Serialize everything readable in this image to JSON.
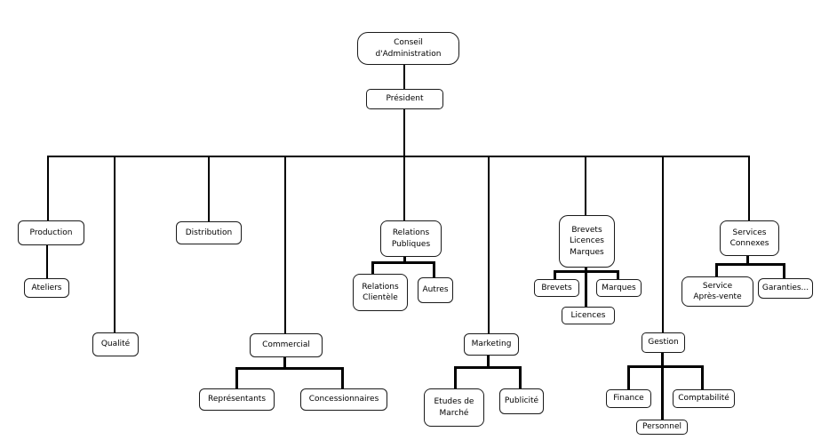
{
  "diagram": {
    "type": "org-chart",
    "language": "fr",
    "colors": {
      "background": "#ffffff",
      "box_fill": "#ffffff",
      "box_border": "#1a1a1a",
      "connector_line": "#000000",
      "text": "#000000"
    },
    "nodes": [
      {
        "id": "conseil",
        "label": "Conseil\nd'Administration"
      },
      {
        "id": "president",
        "label": "Président"
      },
      {
        "id": "production",
        "label": "Production"
      },
      {
        "id": "ateliers",
        "label": "Ateliers"
      },
      {
        "id": "qualite",
        "label": "Qualité"
      },
      {
        "id": "distribution",
        "label": "Distribution"
      },
      {
        "id": "commercial",
        "label": "Commercial"
      },
      {
        "id": "representants",
        "label": "Représentants"
      },
      {
        "id": "concessionnaires",
        "label": "Concessionnaires"
      },
      {
        "id": "relations-publiques",
        "label": "Relations\nPubliques"
      },
      {
        "id": "relations-clientele",
        "label": "Relations\nClientèle"
      },
      {
        "id": "autres",
        "label": "Autres"
      },
      {
        "id": "marketing",
        "label": "Marketing"
      },
      {
        "id": "etudes-de-marche",
        "label": "Etudes de\nMarché"
      },
      {
        "id": "publicite",
        "label": "Publicité"
      },
      {
        "id": "brevets-licences-marques",
        "label": "Brevets\nLicences\nMarques"
      },
      {
        "id": "brevets",
        "label": "Brevets"
      },
      {
        "id": "marques",
        "label": "Marques"
      },
      {
        "id": "licences",
        "label": "Licences"
      },
      {
        "id": "gestion",
        "label": "Gestion"
      },
      {
        "id": "finance",
        "label": "Finance"
      },
      {
        "id": "personnel",
        "label": "Personnel"
      },
      {
        "id": "comptabilite",
        "label": "Comptabilité"
      },
      {
        "id": "services-connexes",
        "label": "Services\nConnexes"
      },
      {
        "id": "service-apres-vente",
        "label": "Service\nAprès-vente"
      },
      {
        "id": "garanties",
        "label": "Garanties..."
      }
    ],
    "hierarchy": {
      "Conseil d'Administration": [
        "Président"
      ],
      "Président": [
        "Production",
        "Qualité",
        "Distribution",
        "Commercial",
        "Relations Publiques",
        "Marketing",
        "Brevets Licences Marques",
        "Gestion",
        "Services Connexes"
      ],
      "Production": [
        "Ateliers"
      ],
      "Commercial": [
        "Représentants",
        "Concessionnaires"
      ],
      "Relations Publiques": [
        "Relations Clientèle",
        "Autres"
      ],
      "Marketing": [
        "Etudes de Marché",
        "Publicité"
      ],
      "Brevets Licences Marques": [
        "Brevets",
        "Licences",
        "Marques"
      ],
      "Gestion": [
        "Finance",
        "Personnel",
        "Comptabilité"
      ],
      "Services Connexes": [
        "Service Après-vente",
        "Garanties..."
      ]
    }
  }
}
